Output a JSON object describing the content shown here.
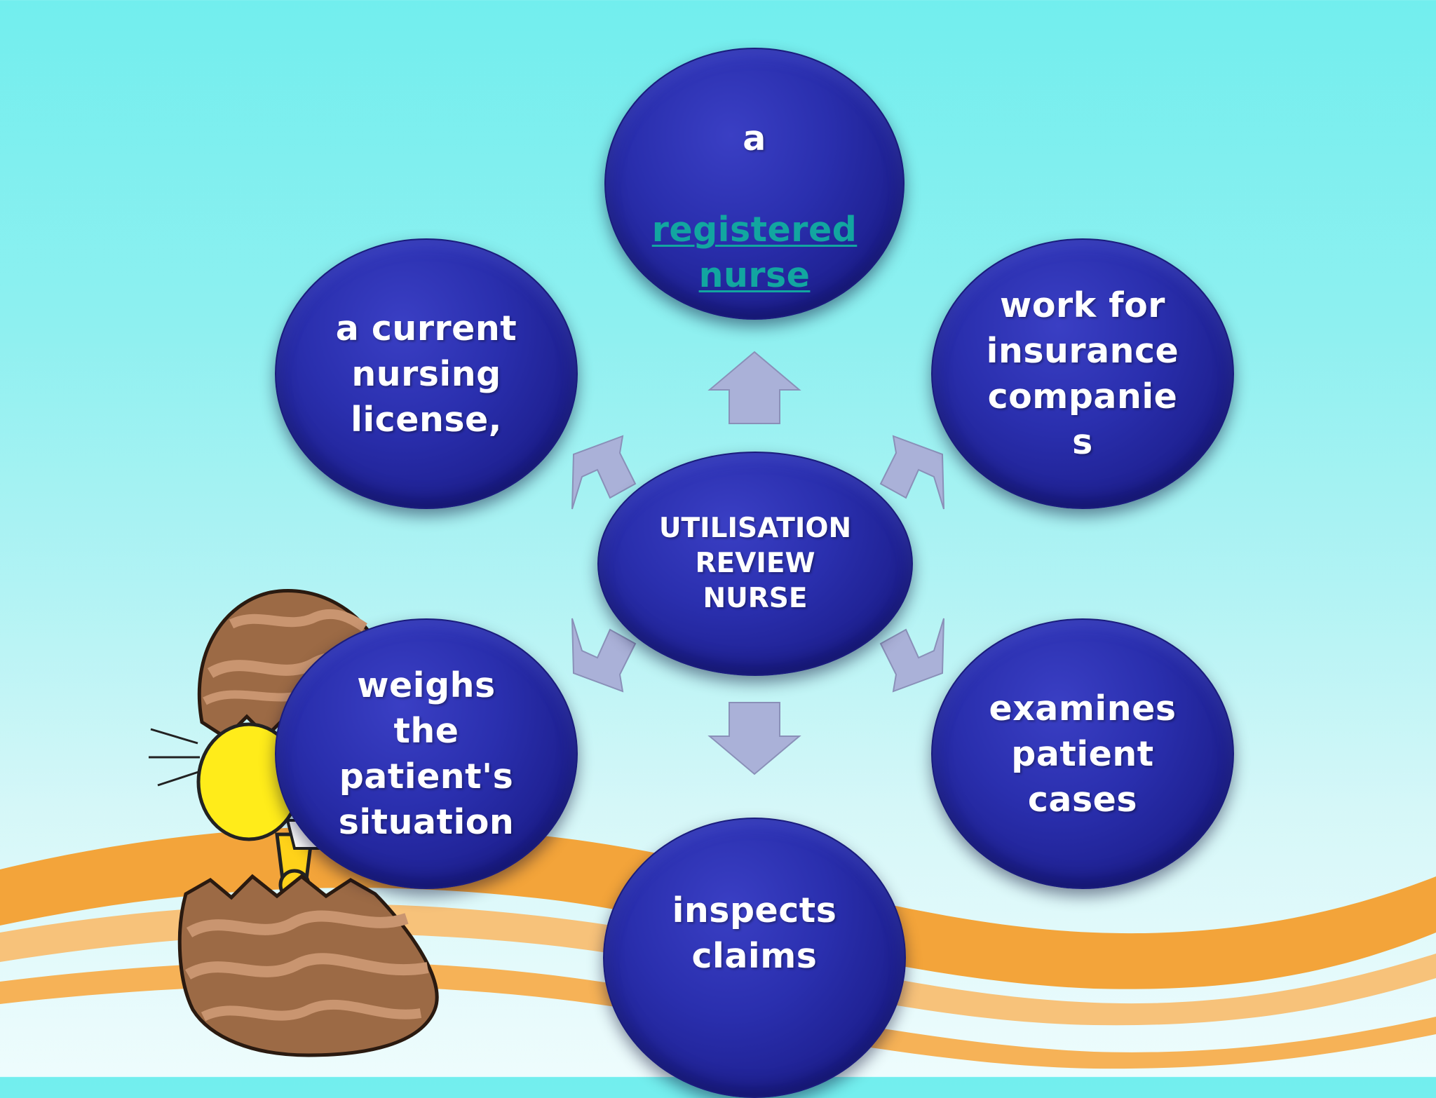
{
  "diagram": {
    "center": {
      "text": "UTILISATION\nREVIEW\nNURSE"
    },
    "nodes": {
      "top": {
        "plain": "a",
        "link": "registered\nnurse"
      },
      "top_left": {
        "text": "a current\nnursing\nlicense,"
      },
      "top_right": {
        "text": "work for\ninsurance\ncompanie\ns"
      },
      "bottom_left": {
        "text": "weighs\nthe\npatient's\nsituation"
      },
      "bottom_right": {
        "text": "examines\npatient\ncases"
      },
      "bottom": {
        "text": "inspects\nclaims"
      }
    }
  },
  "colors": {
    "node_fill": "#2a2fae",
    "link_text": "#12a6a0",
    "arrow_fill": "#aab1d8",
    "background_top": "#72eeee",
    "wave_orange": "#f3a43a"
  }
}
